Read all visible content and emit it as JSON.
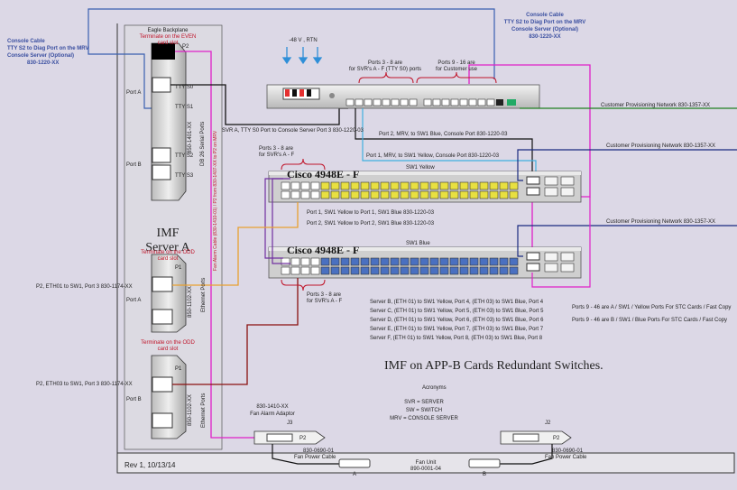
{
  "title": "IMF on APP-B Cards Redundant Switches.",
  "revision": "Rev 1, 10/13/14",
  "colors": {
    "background": "#dcd8e6",
    "orange": "#e8a030",
    "magenta": "#e020c8",
    "blue": "#40b0e0",
    "purple": "#7030a0",
    "darkred": "#8a1010",
    "black": "#111111",
    "green": "#208020",
    "navy": "#1a2a80",
    "yellow": "#e8e040",
    "portblue": "#4a70c0"
  },
  "console_left": {
    "line1": "Console Cable",
    "line2": "TTY S2 to Diag Port on the MRV",
    "line3": "Console Server (Optional)",
    "line4": "830-1220-XX"
  },
  "console_right": {
    "line1": "Console Cable",
    "line2": "TTY S2 to Diag Port on the MRV",
    "line3": "Console Server (Optional)",
    "line4": "830-1220-XX"
  },
  "backplane": {
    "title": "Eagle Backplane",
    "note1": "Terminate on the EVEN",
    "note2": "card slot",
    "p2": "P2",
    "db": "DB 26 Serial Ports",
    "part": "850-1401-XX"
  },
  "tty": {
    "s0": "TTY S0",
    "s1": "TTY S1",
    "s2": "TTY S2",
    "s3": "TTY S3"
  },
  "port_a": "Port A",
  "port_b": "Port B",
  "server": {
    "line1": "IMF",
    "line2": "Server A"
  },
  "odd_note1": {
    "line1": "Terminate on the ODD",
    "line2": "card slot"
  },
  "odd_note2": {
    "line1": "Terminate on the ODD",
    "line2": "card slot"
  },
  "p1_a": "P1",
  "p1_b": "P1",
  "ethernet_ports_a": "Ethernet Ports",
  "ethernet_ports_b": "Ethernet Ports",
  "part_eth_a": "850-1102-XX",
  "part_eth_b": "850-1102-XX",
  "fan_alarm_cable": "Fan Alarm Cable (830-1410-01) / P2 from 830-1407-XX to P2 on MRV",
  "power": "-48 V , RTN",
  "mrv_ports_3_8": {
    "line1": "Ports 3 - 8 are",
    "line2": "for SVR's A - F  (TTY S0) ports"
  },
  "mrv_ports_9_16": {
    "line1": "Ports 9 - 16 are",
    "line2": "for Customer use"
  },
  "mrv_cables": {
    "svr_a": "SVR A, TTY S0 Port to Console Server  Port 3  830-1220-03",
    "port2": "Port 2, MRV, to SW1 Blue, Console  Port   830-1220-03",
    "port1": "Port 1, MRV, to SW1 Yellow, Console  Port   830-1220-03"
  },
  "customer_net": {
    "top": "Customer Provisioning Network   830-1357-XX",
    "yellow": "Customer Provisioning Network   830-1357-XX",
    "blue": "Customer Provisioning Network   830-1357-XX"
  },
  "sw_yellow": {
    "label": "SW1  Yellow",
    "model": "Cisco 4948E - F",
    "ports_note1": "Ports 3 - 8 are",
    "ports_note2": "for SVR's A - F"
  },
  "sw_blue": {
    "label": "SW1  Blue",
    "model": "Cisco 4948E - F",
    "ports_note1": "Ports 3 - 8 are",
    "ports_note2": "for SVR's A - F"
  },
  "interlinks": {
    "l1": "Port 1, SW1 Yellow  to  Port 1, SW1 Blue  830-1220-03",
    "l2": "Port 2, SW1 Yellow  to  Port 2, SW1 Blue   830-1220-03"
  },
  "eth_a": "P2, ETH01  to  SW1,  Port 3     830-1174-XX",
  "eth_b": "P2, ETH03  to  SW1,  Port 3     830-1174-XX",
  "servers_table": [
    "Server B, (ETH 01)  to SW1 Yellow, Port 4,  (ETH 03) to SW1 Blue, Port 4",
    "Server C, (ETH 01)  to SW1 Yellow, Port 5,  (ETH 03) to SW1 Blue, Port 5",
    "Server D, (ETH 01)  to SW1 Yellow, Port 6,  (ETH 03) to SW1 Blue, Port 6",
    "Server E, (ETH 01)  to SW1 Yellow, Port 7,  (ETH 03) to SW1 Blue, Port 7",
    "Server F, (ETH 01)  to SW1 Yellow, Port 8,  (ETH 03) to SW1 Blue, Port 8"
  ],
  "stc_notes": {
    "yellow": "Ports 9 - 46 are A / SW1 / Yellow Ports For STC Cards / Fast Copy",
    "blue": "Ports 9 - 46 are B / SW1 / Blue Ports For STC Cards / Fast Copy"
  },
  "acronyms": {
    "title": "Acronyms",
    "svr": "SVR = SERVER",
    "sw": "SW = SWITCH",
    "mrv": "MRV = CONSOLE SERVER"
  },
  "fan_alarm": {
    "part": "830-1410-XX",
    "label": "Fan Alarm  Adaptor",
    "j3": "J3",
    "p2": "P2"
  },
  "fan_right": {
    "j2": "J2",
    "p2": "P2"
  },
  "fan_power_left": {
    "part": "830-0690-01",
    "label": "Fan Power Cable"
  },
  "fan_power_right": {
    "part": "830-0690-01",
    "label": "Fan Power Cable"
  },
  "fan_unit": {
    "label": "Fan Unit",
    "part": "890-0001-04",
    "a": "A",
    "b": "B"
  }
}
